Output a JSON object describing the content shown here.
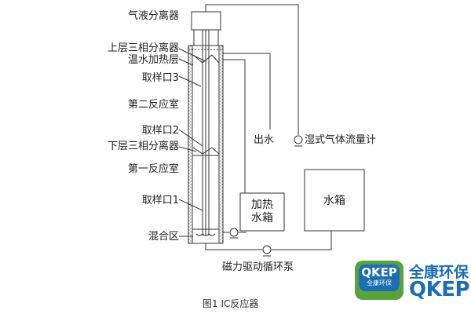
{
  "labels": {
    "gas_liquid_separator": "气液分离器",
    "upper_three_phase_separator": "上层三相分离器",
    "warm_water_heating_layer": "温水加热层",
    "sampling_port_3": "取样口3",
    "second_reaction_chamber": "第二反应室",
    "sampling_port_2": "取样口2",
    "lower_three_phase_separator": "下层三相分离器",
    "first_reaction_chamber": "第一反应室",
    "sampling_port_1": "取样口1",
    "mixing_zone": "混合区",
    "water_outlet": "出水",
    "wet_gas_flow_meter": "湿式气体流量计",
    "heating_tank_line1": "加热",
    "heating_tank_line2": "水箱",
    "water_tank": "水箱",
    "magnetic_pump": "磁力驱动循环泵"
  },
  "caption": "图1   IC反应器",
  "logo": {
    "badge_line1": "QKEP",
    "badge_line2": "全康环保",
    "brand_cn": "全康环保",
    "brand_en": "QKEP",
    "brand_color": "#1b6db4",
    "badge_green": "#5aa23c"
  }
}
